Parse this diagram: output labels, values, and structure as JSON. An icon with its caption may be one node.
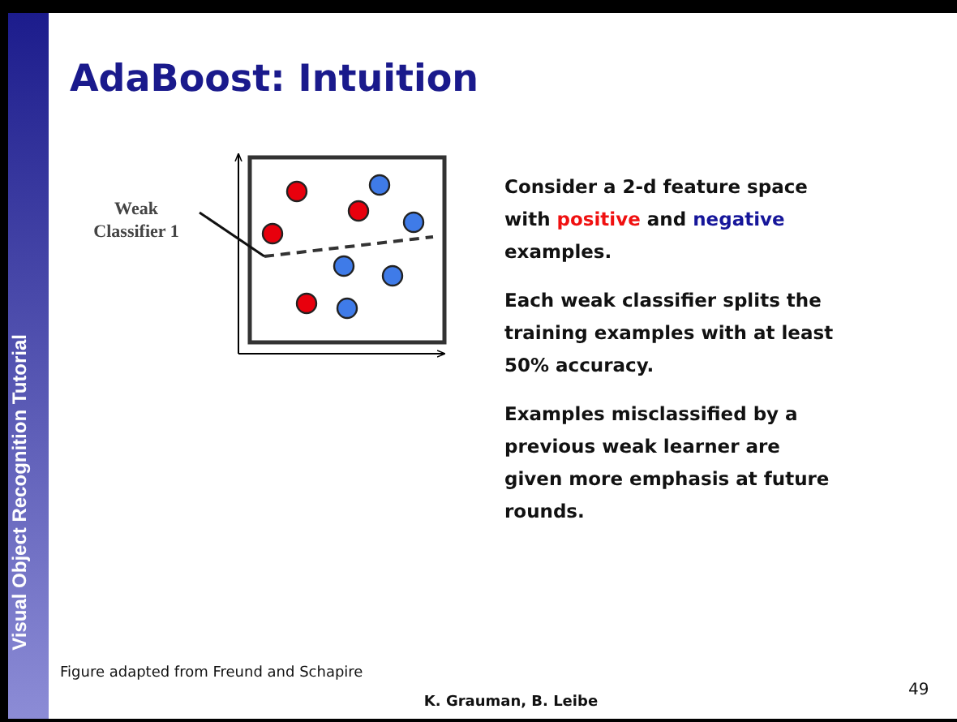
{
  "diagram": {
    "title": "AdaBoost: Intuition",
    "nodes": [
      {
        "text": [
          "Weak Classifier 1"
        ]
      },
      {
        "text": [],
        "shape": "line"
      }
    ],
    "edges": [
      {
        "from": 0,
        "to": 1,
        "arrow": "none"
      }
    ],
    "labels": [
      "Visual Object Recognition Tutorial",
      "Consider a 2-d feature space with *positive* and **negative** examples.",
      "Each weak classifier splits the training examples with at least 50% accuracy.",
      "Examples misclassified by a previous weak learner are given more emphasis at future rounds.",
      "Figure adapted from Freund and Schapire",
      "K. Grauman, B. Leibe",
      "49"
    ]
  }
}
